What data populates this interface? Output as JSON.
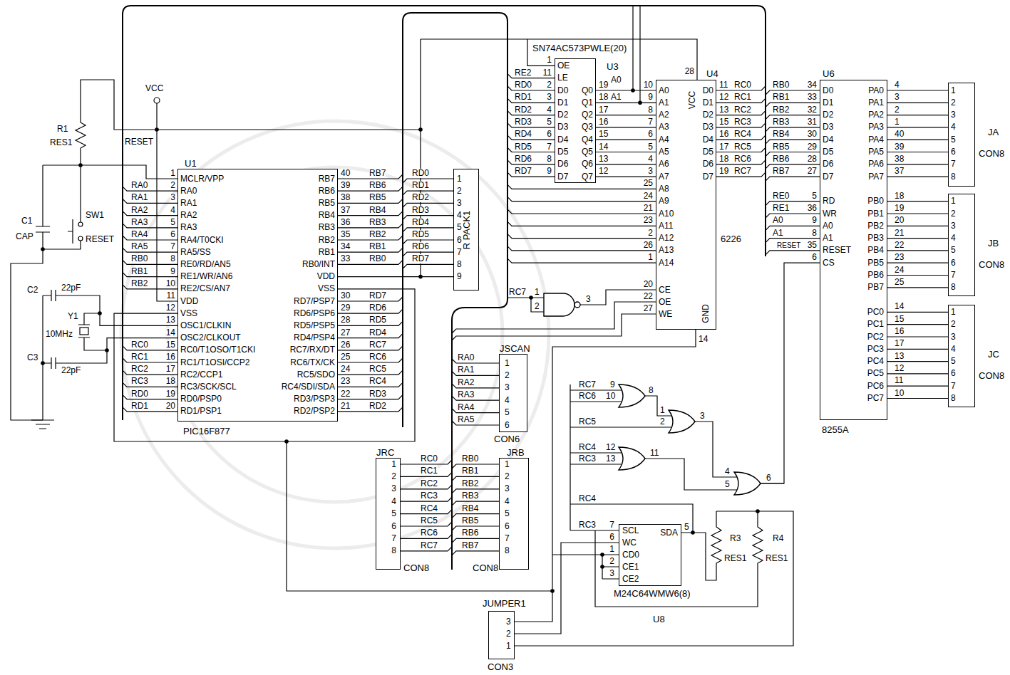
{
  "diagram": {
    "nodes": [
      {
        "text": [
          "U1",
          "PIC16F877"
        ]
      },
      {
        "text": [
          "R PACK1"
        ]
      },
      {
        "text": [
          "SN74AC573PWLE(20)",
          "U3"
        ]
      },
      {
        "text": [
          "U4",
          "6226"
        ]
      },
      {
        "text": [
          "U6",
          "8255A"
        ]
      },
      {
        "text": [
          "JA",
          "CON8"
        ]
      },
      {
        "text": [
          "JB",
          "CON8"
        ]
      },
      {
        "text": [
          "JC",
          "CON8"
        ]
      },
      {
        "text": [
          "JSCAN",
          "CON6"
        ]
      },
      {
        "text": [
          "JRC",
          "CON8"
        ]
      },
      {
        "text": [
          "JRB",
          "CON8"
        ]
      },
      {
        "text": [
          "M24C64WMW6(8)",
          "U8"
        ]
      },
      {
        "text": [
          "JUMPER1",
          "CON3"
        ]
      }
    ],
    "edges": [
      {
        "from": 2,
        "to": 3,
        "arrow": "none"
      },
      {
        "from": 2,
        "to": 3,
        "arrow": "none"
      },
      {
        "from": 2,
        "to": 3,
        "arrow": "none"
      },
      {
        "from": 2,
        "to": 3,
        "arrow": "none"
      },
      {
        "from": 2,
        "to": 3,
        "arrow": "none"
      },
      {
        "from": 2,
        "to": 3,
        "arrow": "none"
      },
      {
        "from": 2,
        "to": 3,
        "arrow": "none"
      },
      {
        "from": 2,
        "to": 3,
        "arrow": "none"
      },
      {
        "from": 4,
        "to": 5,
        "arrow": "none"
      },
      {
        "from": 4,
        "to": 5,
        "arrow": "none"
      },
      {
        "from": 4,
        "to": 5,
        "arrow": "none"
      },
      {
        "from": 4,
        "to": 5,
        "arrow": "none"
      },
      {
        "from": 4,
        "to": 5,
        "arrow": "none"
      },
      {
        "from": 4,
        "to": 5,
        "arrow": "none"
      },
      {
        "from": 4,
        "to": 5,
        "arrow": "none"
      },
      {
        "from": 4,
        "to": 5,
        "arrow": "none"
      },
      {
        "from": 4,
        "to": 6,
        "arrow": "none"
      },
      {
        "from": 4,
        "to": 6,
        "arrow": "none"
      },
      {
        "from": 4,
        "to": 6,
        "arrow": "none"
      },
      {
        "from": 4,
        "to": 6,
        "arrow": "none"
      },
      {
        "from": 4,
        "to": 6,
        "arrow": "none"
      },
      {
        "from": 4,
        "to": 6,
        "arrow": "none"
      },
      {
        "from": 4,
        "to": 6,
        "arrow": "none"
      },
      {
        "from": 4,
        "to": 6,
        "arrow": "none"
      },
      {
        "from": 4,
        "to": 7,
        "arrow": "none"
      },
      {
        "from": 4,
        "to": 7,
        "arrow": "none"
      },
      {
        "from": 4,
        "to": 7,
        "arrow": "none"
      },
      {
        "from": 4,
        "to": 7,
        "arrow": "none"
      },
      {
        "from": 4,
        "to": 7,
        "arrow": "none"
      },
      {
        "from": 4,
        "to": 7,
        "arrow": "none"
      },
      {
        "from": 4,
        "to": 7,
        "arrow": "none"
      },
      {
        "from": 4,
        "to": 7,
        "arrow": "none"
      }
    ],
    "labels": [
      "1",
      "2",
      "3",
      "4",
      "5",
      "6",
      "7",
      "8",
      "9",
      "10",
      "11",
      "12",
      "13",
      "14",
      "15",
      "16",
      "17",
      "18",
      "19",
      "20",
      "MCLR/VPP",
      "RA0",
      "RA1",
      "RA2",
      "RA3",
      "RA4/T0CKI",
      "RA5/SS",
      "RE0/RD/AN5",
      "RE1/WR/AN6",
      "RE2/CS/AN7",
      "VDD",
      "VSS",
      "OSC1/CLKIN",
      "OSC2/CLKOUT",
      "RC0/T1OSO/T1CKI",
      "RC1/T1OSI/CCP2",
      "RC2/CCP1",
      "RC3/SCK/SCL",
      "RD0/PSP0",
      "RD1/PSP1",
      "RA0",
      "RA1",
      "RA2",
      "RA3",
      "RA4",
      "RA5",
      "RB0",
      "RB1",
      "RB2",
      "RC0",
      "RC1",
      "RC2",
      "RC3",
      "RD0",
      "RD1",
      "RB7",
      "RB6",
      "RB5",
      "RB4",
      "RB3",
      "RB2",
      "RB1",
      "RB0/INT",
      "VDD",
      "VSS",
      "RD7/PSP7",
      "RD6/PSP6",
      "RD5/PSP5",
      "RD4/PSP4",
      "RC7/RX/DT",
      "RC6/TX/CK",
      "RC5/SDO",
      "RC4/SDI/SDA",
      "RD3/PSP3",
      "RD2/PSP2",
      "40",
      "39",
      "38",
      "37",
      "36",
      "35",
      "34",
      "33",
      "30",
      "29",
      "28",
      "27",
      "26",
      "25",
      "24",
      "23",
      "22",
      "21",
      "RB7",
      "RB6",
      "RB5",
      "RB4",
      "RB3",
      "RB2",
      "RB1",
      "RB0",
      "RD7",
      "RD6",
      "RD5",
      "RD4",
      "RC7",
      "RC6",
      "RC5",
      "RC4",
      "RD3",
      "RD2",
      "RD0",
      "RD1",
      "RD2",
      "RD3",
      "RD4",
      "RD5",
      "RD6",
      "RD7",
      "1",
      "2",
      "3",
      "4",
      "5",
      "6",
      "7",
      "8",
      "9",
      "1",
      "11",
      "2",
      "3",
      "4",
      "5",
      "6",
      "7",
      "8",
      "9",
      "OE",
      "LE",
      "D0",
      "D1",
      "D2",
      "D3",
      "D4",
      "D5",
      "D6",
      "D7",
      "RE2",
      "RD0",
      "RD1",
      "RD2",
      "RD3",
      "RD4",
      "RD5",
      "RD6",
      "RD7",
      "Q0",
      "Q1",
      "Q2",
      "Q3",
      "Q4",
      "Q5",
      "Q6",
      "Q7",
      "19",
      "18",
      "17",
      "16",
      "15",
      "14",
      "13",
      "12",
      "10",
      "9",
      "8",
      "7",
      "6",
      "5",
      "4",
      "3",
      "25",
      "24",
      "21",
      "23",
      "2",
      "26",
      "1",
      "A0",
      "A1",
      "A2",
      "A3",
      "A4",
      "A5",
      "A6",
      "A7",
      "A8",
      "A9",
      "A10",
      "A11",
      "A12",
      "A13",
      "A14",
      "20",
      "22",
      "27",
      "CE",
      "OE",
      "WE",
      "D0",
      "D1",
      "D2",
      "D3",
      "D4",
      "D5",
      "D6",
      "D7",
      "11",
      "12",
      "13",
      "15",
      "16",
      "17",
      "18",
      "19",
      "RC0",
      "RC1",
      "RC2",
      "RC3",
      "RC4",
      "RC5",
      "RC6",
      "RC7",
      "A0",
      "A1",
      "28",
      "VCC",
      "GND",
      "14",
      "34",
      "33",
      "32",
      "31",
      "30",
      "29",
      "28",
      "27",
      "5",
      "36",
      "9",
      "8",
      "35",
      "6",
      "D0",
      "D1",
      "D2",
      "D3",
      "D4",
      "D5",
      "D6",
      "D7",
      "RD",
      "WR",
      "A0",
      "A1",
      "RESET",
      "CS",
      "RB0",
      "RB1",
      "RB2",
      "RB3",
      "RB4",
      "RB5",
      "RB6",
      "RB7",
      "RE0",
      "RE1",
      "A0",
      "A1",
      "RESET",
      "PA0",
      "PA1",
      "PA2",
      "PA3",
      "PA4",
      "PA5",
      "PA6",
      "PA7",
      "PB0",
      "PB1",
      "PB2",
      "PB3",
      "PB4",
      "PB5",
      "PB6",
      "PB7",
      "PC0",
      "PC1",
      "PC2",
      "PC3",
      "PC4",
      "PC5",
      "PC6",
      "PC7",
      "4",
      "3",
      "2",
      "1",
      "40",
      "39",
      "38",
      "37",
      "18",
      "19",
      "20",
      "21",
      "22",
      "23",
      "24",
      "25",
      "14",
      "15",
      "16",
      "17",
      "13",
      "12",
      "11",
      "10",
      "1",
      "2",
      "3",
      "4",
      "5",
      "6",
      "7",
      "8",
      "1",
      "2",
      "3",
      "4",
      "5",
      "6",
      "7",
      "8",
      "1",
      "2",
      "3",
      "4",
      "5",
      "6",
      "7",
      "8",
      "RA0",
      "RA1",
      "RA2",
      "RA3",
      "RA4",
      "RA5",
      "1",
      "2",
      "3",
      "4",
      "5",
      "6",
      "1",
      "2",
      "3",
      "4",
      "5",
      "6",
      "7",
      "8",
      "RC0",
      "RC1",
      "RC2",
      "RC3",
      "RC4",
      "RC5",
      "RC6",
      "RC7",
      "RB0",
      "RB1",
      "RB2",
      "RB3",
      "RB4",
      "RB5",
      "RB6",
      "RB7",
      "1",
      "2",
      "3",
      "4",
      "5",
      "6",
      "7",
      "8",
      "3",
      "2",
      "1",
      "7",
      "6",
      "1",
      "2",
      "3",
      "SCL",
      "WC",
      "CD0",
      "CE1",
      "CE2",
      "SDA",
      "5",
      "RC7",
      "1",
      "2",
      "3",
      "RC7",
      "RC6",
      "9",
      "10",
      "8",
      "RC5",
      "1",
      "2",
      "3",
      "RC4",
      "RC3",
      "12",
      "13",
      "11",
      "4",
      "5",
      "6",
      "RC4",
      "RC3",
      "RESET",
      "VCC",
      "R1",
      "RES1",
      "SW1",
      "RESET",
      "C1",
      "CAP",
      "C2",
      "22pF",
      "Y1",
      "10MHz",
      "C3",
      "22pF",
      "R3",
      "RES1",
      "R4",
      "RES1"
    ]
  }
}
